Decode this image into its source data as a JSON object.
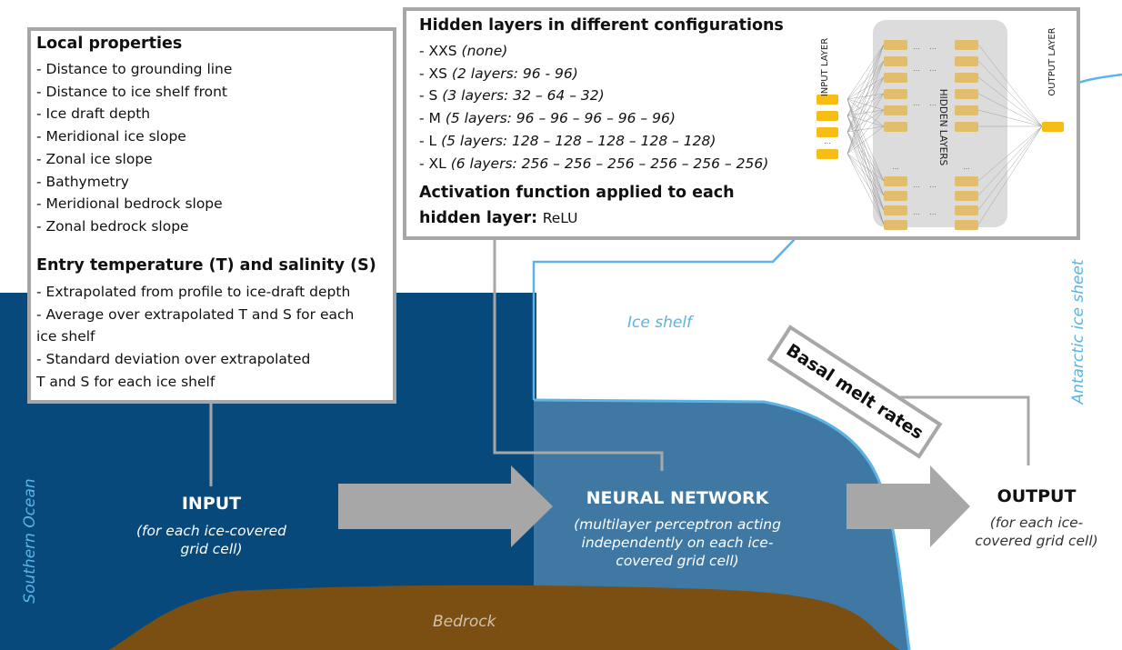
{
  "colors": {
    "ocean": "#07497b",
    "ocean_under_shelf": "#3f79a3",
    "ice_edge": "#5bb3e6",
    "bedrock": "#7b4f12",
    "arrow": "#a7a7a7",
    "box_border": "#a7a7a7",
    "neuron_hidden": "#e1bd6c",
    "neuron_io": "#f6bd16"
  },
  "regions": {
    "southern_ocean": "Southern Ocean",
    "ice_shelf": "Ice shelf",
    "antarctic_ice_sheet": "Antarctic ice sheet",
    "bedrock": "Bedrock"
  },
  "input_box": {
    "local_title": "Local properties",
    "local_items": [
      "- Distance to grounding line",
      "- Distance to ice shelf front",
      "- Ice draft depth",
      "- Meridional ice slope",
      "- Zonal ice slope",
      "- Bathymetry",
      "- Meridional bedrock slope",
      "- Zonal bedrock slope"
    ],
    "entry_title": "Entry temperature (T) and salinity (S)",
    "entry_lines": [
      "- Extrapolated from profile to ice-draft depth",
      "- Average over extrapolated T and S for each",
      "ice shelf",
      "- Standard deviation over extrapolated",
      "T and S for each ice shelf"
    ]
  },
  "nn_box": {
    "title": "Hidden layers in different configurations",
    "configs": [
      {
        "name": "- XXS",
        "detail": "(none)"
      },
      {
        "name": "- XS",
        "detail": "(2 layers: 96 - 96)"
      },
      {
        "name": "- S",
        "detail": "(3 layers: 32 – 64 – 32)"
      },
      {
        "name": "- M",
        "detail": "(5 layers: 96 – 96 – 96 – 96 – 96)"
      },
      {
        "name": "- L",
        "detail": "(5 layers: 128 – 128 – 128 – 128 – 128)"
      },
      {
        "name": "- XL",
        "detail": "(6 layers: 256 – 256 – 256 – 256 – 256 – 256)"
      }
    ],
    "activation_line1": "Activation function applied to each",
    "activation_line2": "hidden layer:",
    "activation_value": "ReLU",
    "schematic": {
      "input_layer_label": "INPUT LAYER",
      "hidden_layers_label": "HIDDEN LAYERS",
      "output_layer_label": "OUTPUT LAYER",
      "ellipsis": "..."
    }
  },
  "stages": {
    "input_title": "INPUT",
    "input_sub": "(for each ice-covered grid cell)",
    "nn_title": "NEURAL NETWORK",
    "nn_sub": "(multilayer perceptron acting independently on each ice-covered grid cell)",
    "output_title": "OUTPUT",
    "output_sub": "(for each ice-covered grid cell)"
  },
  "output_tag": "Basal melt rates"
}
